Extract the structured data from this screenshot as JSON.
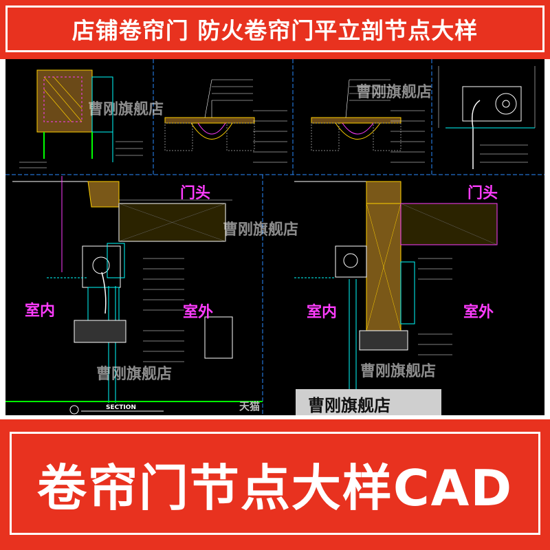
{
  "banner_top": {
    "text": "店铺卷帘门  防火卷帘门平立剖节点大样"
  },
  "banner_bottom": {
    "text": "卷帘门节点大样CAD"
  },
  "drawing": {
    "label_door_head": "门头",
    "label_indoor": "室内",
    "label_outdoor": "室外",
    "section_title": "SECTION",
    "watermark": "曹刚旗舰店",
    "tmall": "天猫",
    "store_name": "曹刚旗舰店"
  },
  "colors": {
    "banner": "#e8321f",
    "canvas": "#000000",
    "label": "#ff3cff"
  }
}
